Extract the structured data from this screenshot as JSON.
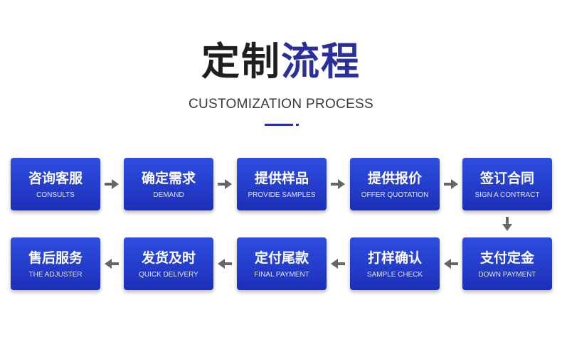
{
  "header": {
    "title_part1": "定制",
    "title_part2": "流程",
    "subtitle": "CUSTOMIZATION PROCESS",
    "accent_color": "#2b2f9b"
  },
  "steps": [
    {
      "cn": "咨询客服",
      "en": "CONSULTS"
    },
    {
      "cn": "确定需求",
      "en": "DEMAND"
    },
    {
      "cn": "提供样品",
      "en": "PROVIDE SAMPLES"
    },
    {
      "cn": "提供报价",
      "en": "OFFER QUOTATION"
    },
    {
      "cn": "签订合同",
      "en": "SIGN A CONTRACT"
    },
    {
      "cn": "支付定金",
      "en": "DOWN PAYMENT"
    },
    {
      "cn": "打样确认",
      "en": "SAMPLE CHECK"
    },
    {
      "cn": "定付尾款",
      "en": "FINAL PAYMENT"
    },
    {
      "cn": "发货及时",
      "en": "QUICK DELIVERY"
    },
    {
      "cn": "售后服务",
      "en": "THE ADJUSTER"
    }
  ],
  "colors": {
    "step_top": "#2e4ee0",
    "step_bottom": "#1c2fb8",
    "arrow": "#666666"
  },
  "icons": {
    "connector": "arrow-icon"
  }
}
